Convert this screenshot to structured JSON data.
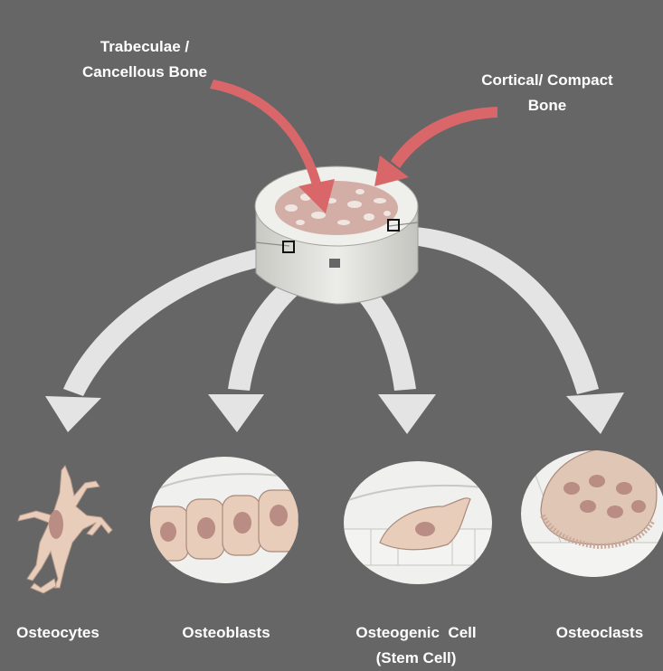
{
  "labels": {
    "trabeculae": [
      "Trabeculae /",
      "Cancellous Bone"
    ],
    "cortical": [
      "Cortical/ Compact",
      "Bone"
    ],
    "cells": [
      {
        "lines": [
          "Osteocytes"
        ]
      },
      {
        "lines": [
          "Osteoblasts"
        ]
      },
      {
        "lines": [
          "Osteogenic  Cell",
          "(Stem Cell)"
        ]
      },
      {
        "lines": [
          "Osteoclasts"
        ]
      }
    ]
  },
  "colors": {
    "background": "#666666",
    "label_text": "#ffffff",
    "pointer_arrow": "#d9676a",
    "branch_arrow": "#e4e4e4",
    "bone": "#eeeeea",
    "cancellous": "#d2aea6",
    "cell": "#e8cdbb",
    "nucleus": "#b98d84"
  }
}
